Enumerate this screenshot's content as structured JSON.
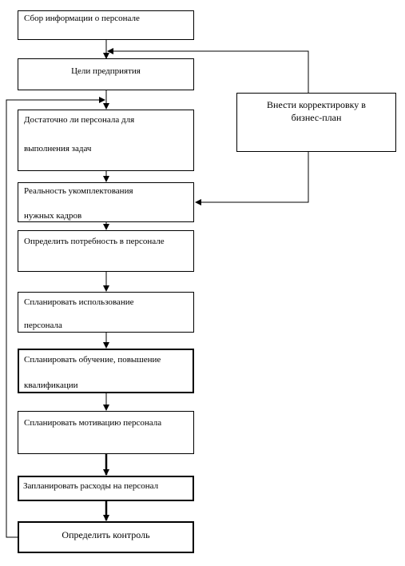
{
  "nodes": {
    "collect": "Сбор информации о персонале",
    "goals": "Цели предприятия",
    "enough_line1": "Достаточно ли персонала для",
    "enough_line2": "выполнения задач",
    "real_line1": "Реальность укомплектования",
    "real_line2": "нужных кадров",
    "need": "Определить потребность в персонале",
    "use_line1": "Спланировать использование",
    "use_line2": "персонала",
    "train_line1": "Спланировать обучение, повышение",
    "train_line2": "квалификации",
    "motivation": "Спланировать мотивацию персонала",
    "costs": "Запланировать расходы на персонал",
    "control": "Определить контроль",
    "adjust_line1": "Внести корректировку в",
    "adjust_line2": "бизнес-план"
  }
}
